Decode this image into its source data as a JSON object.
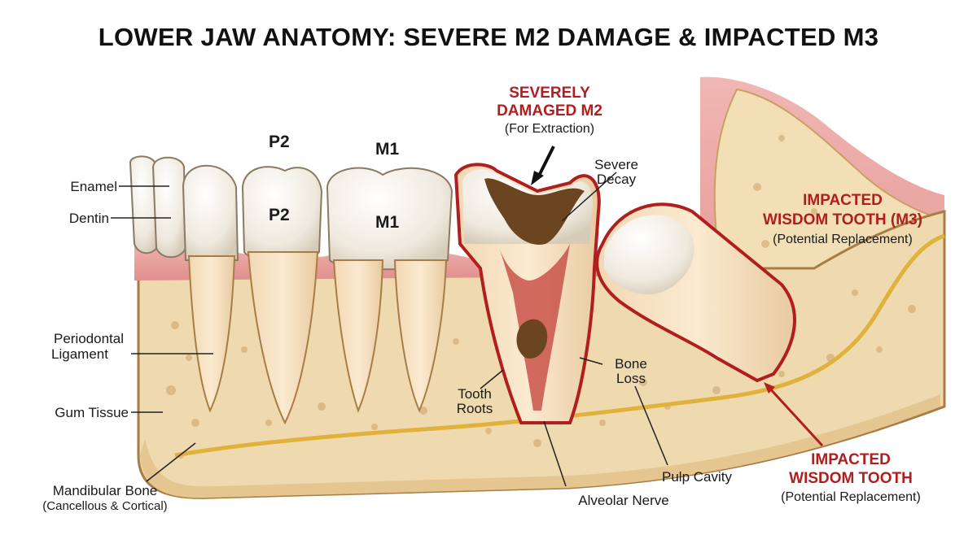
{
  "title": "LOWER JAW ANATOMY: SEVERE M2 DAMAGE & IMPACTED M3",
  "labels": {
    "enamel": "Enamel",
    "dentin": "Dentin",
    "periodontal_1": "Periodontal",
    "periodontal_2": "Ligament",
    "gum_tissue": "Gum Tissue",
    "mandibular_bone": "Mandibular Bone",
    "mandibular_bone_sub": "(Cancellous & Cortical)",
    "tooth_roots_1": "Tooth",
    "tooth_roots_2": "Roots",
    "severe_decay_1": "Severe",
    "severe_decay_2": "Decay",
    "bone_loss_1": "Bone",
    "bone_loss_2": "Loss",
    "pulp_cavity": "Pulp Cavity",
    "alveolar_nerve": "Alveolar Nerve"
  },
  "teeth": {
    "p2_top": "P2",
    "p2_crown": "P2",
    "m1_top": "M1",
    "m1_crown": "M1"
  },
  "m2_callout": {
    "line1": "SEVERELY",
    "line2": "DAMAGED M2",
    "sub": "(For Extraction)"
  },
  "m3_callout_top": {
    "line1": "IMPACTED",
    "line2": "WISDOM TOOTH (M3)",
    "sub": "(Potential Replacement)"
  },
  "m3_callout_bottom": {
    "line1": "IMPACTED",
    "line2": "WISDOM TOOTH",
    "sub": "(Potential Replacement)"
  },
  "colors": {
    "accent_red": "#b01e1e",
    "bone": "#efd9ae",
    "gum": "#e8a3a0",
    "enamel": "#f7f4ee",
    "nerve": "#e0b23c"
  }
}
